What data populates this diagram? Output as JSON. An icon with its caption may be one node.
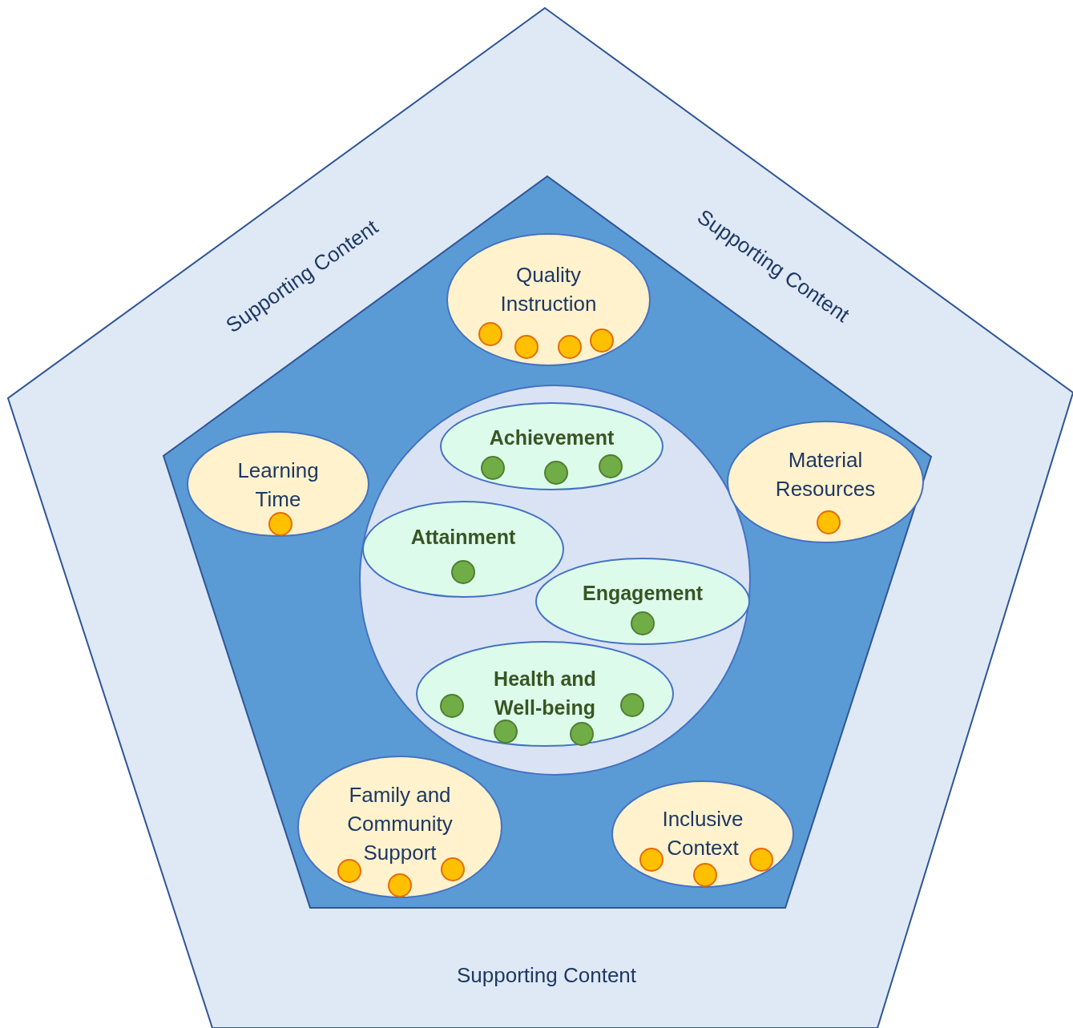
{
  "diagram": {
    "nodes": [
      {
        "text": [
          "Supporting Content",
          "Supporting Content",
          "Supporting Content"
        ]
      },
      {
        "text": [],
        "shape": "pentagon",
        "in": 0
      },
      {
        "text": [
          "Quality Instruction"
        ],
        "in": 1
      },
      {
        "text": [
          "Learning Time"
        ],
        "in": 1
      },
      {
        "text": [],
        "shape": "circle",
        "in": 1
      },
      {
        "text": [
          "Achievement"
        ],
        "in": 4
      },
      {
        "text": [
          "Material Resources"
        ],
        "in": 1
      },
      {
        "text": [
          "Attainment"
        ],
        "in": 4
      },
      {
        "text": [
          "Engagement"
        ],
        "in": 4
      },
      {
        "text": [
          "Health and Well-being"
        ],
        "in": 4
      },
      {
        "text": [
          "Family and Community Support"
        ],
        "in": 1
      },
      {
        "text": [
          "Inclusive Context"
        ],
        "in": 1
      }
    ]
  }
}
